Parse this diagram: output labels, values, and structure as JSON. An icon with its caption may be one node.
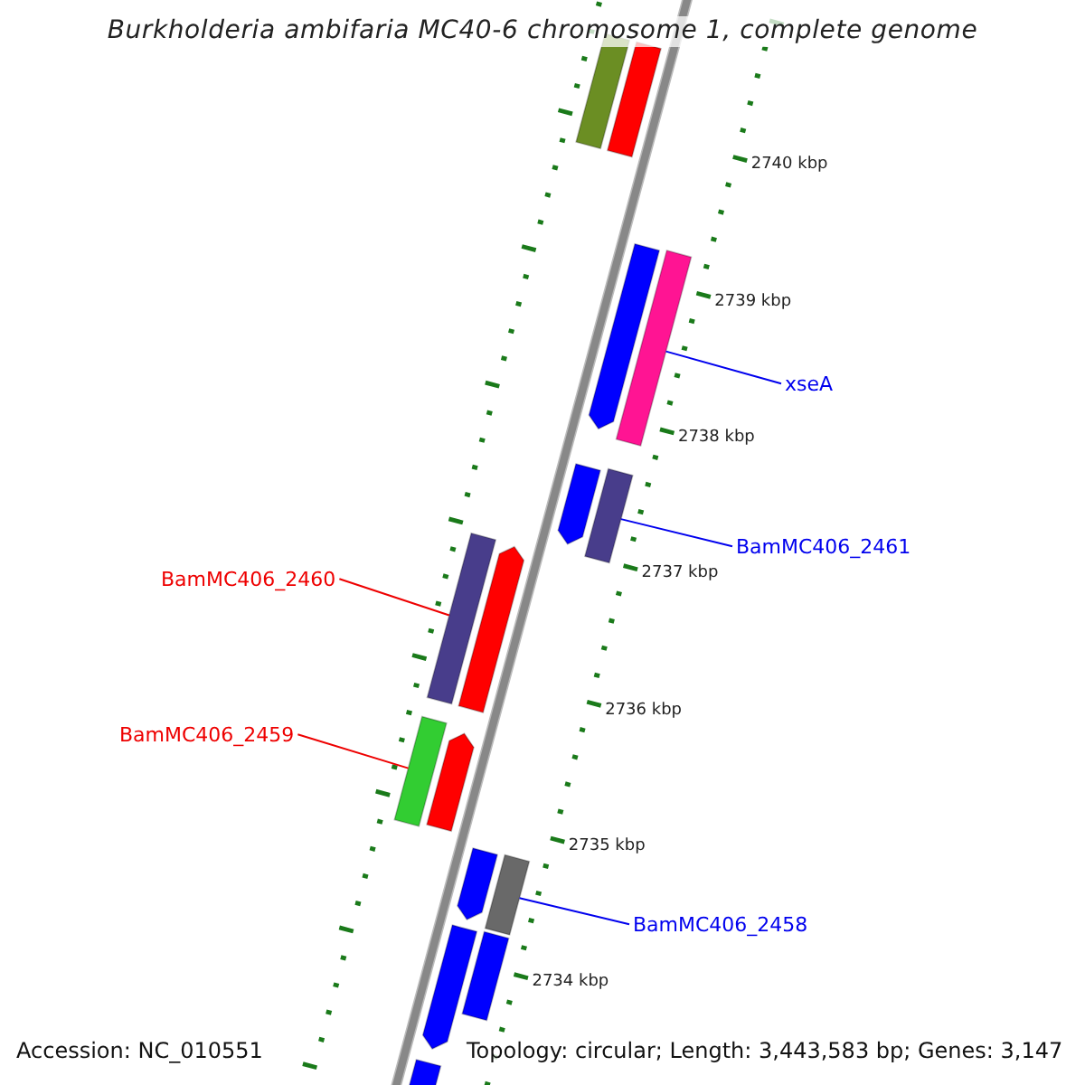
{
  "diagram": {
    "title": "Burkholderia ambifaria MC40-6 chromosome 1, complete genome",
    "nodes": [
      {
        "text": [],
        "shape": "bar"
      },
      {
        "text": [],
        "shape": "bar"
      },
      {
        "text": [],
        "shape": "bar"
      },
      {
        "text": [],
        "shape": "bar"
      },
      {
        "text": [
          "xseA"
        ]
      },
      {
        "text": [],
        "shape": "bar"
      },
      {
        "text": [],
        "shape": "bar"
      },
      {
        "text": [
          "BamMC406_2461"
        ]
      },
      {
        "text": [],
        "shape": "bar"
      },
      {
        "text": [],
        "shape": "bar"
      },
      {
        "text": [
          "BamMC406_2460"
        ]
      },
      {
        "text": [],
        "shape": "bar"
      },
      {
        "text": [],
        "shape": "bar"
      },
      {
        "text": [
          "BamMC406_2459"
        ]
      },
      {
        "text": [],
        "shape": "bar"
      },
      {
        "text": [],
        "shape": "bar"
      },
      {
        "text": [
          "BamMC406_2458"
        ]
      },
      {
        "text": [],
        "shape": "bar"
      },
      {
        "text": [],
        "shape": "bar"
      },
      {
        "text": [],
        "shape": "bar"
      }
    ],
    "edges": [
      {
        "from": 4,
        "to": 3,
        "arrow": "none"
      },
      {
        "from": 7,
        "to": 6,
        "arrow": "none"
      },
      {
        "from": 10,
        "to": 8,
        "arrow": "none",
        "color": "#ee0000"
      },
      {
        "from": 13,
        "to": 11,
        "arrow": "none",
        "color": "#ee0000"
      },
      {
        "from": 16,
        "to": 15,
        "arrow": "none"
      }
    ],
    "labels": [
      "2740 kbp",
      "2739 kbp",
      "2738 kbp",
      "2737 kbp",
      "2736 kbp",
      "2735 kbp",
      "2734 kbp",
      "Accession: NC_010551",
      "Topology: circular; Length: 3,443,583 bp; Genes: 3,147"
    ]
  }
}
